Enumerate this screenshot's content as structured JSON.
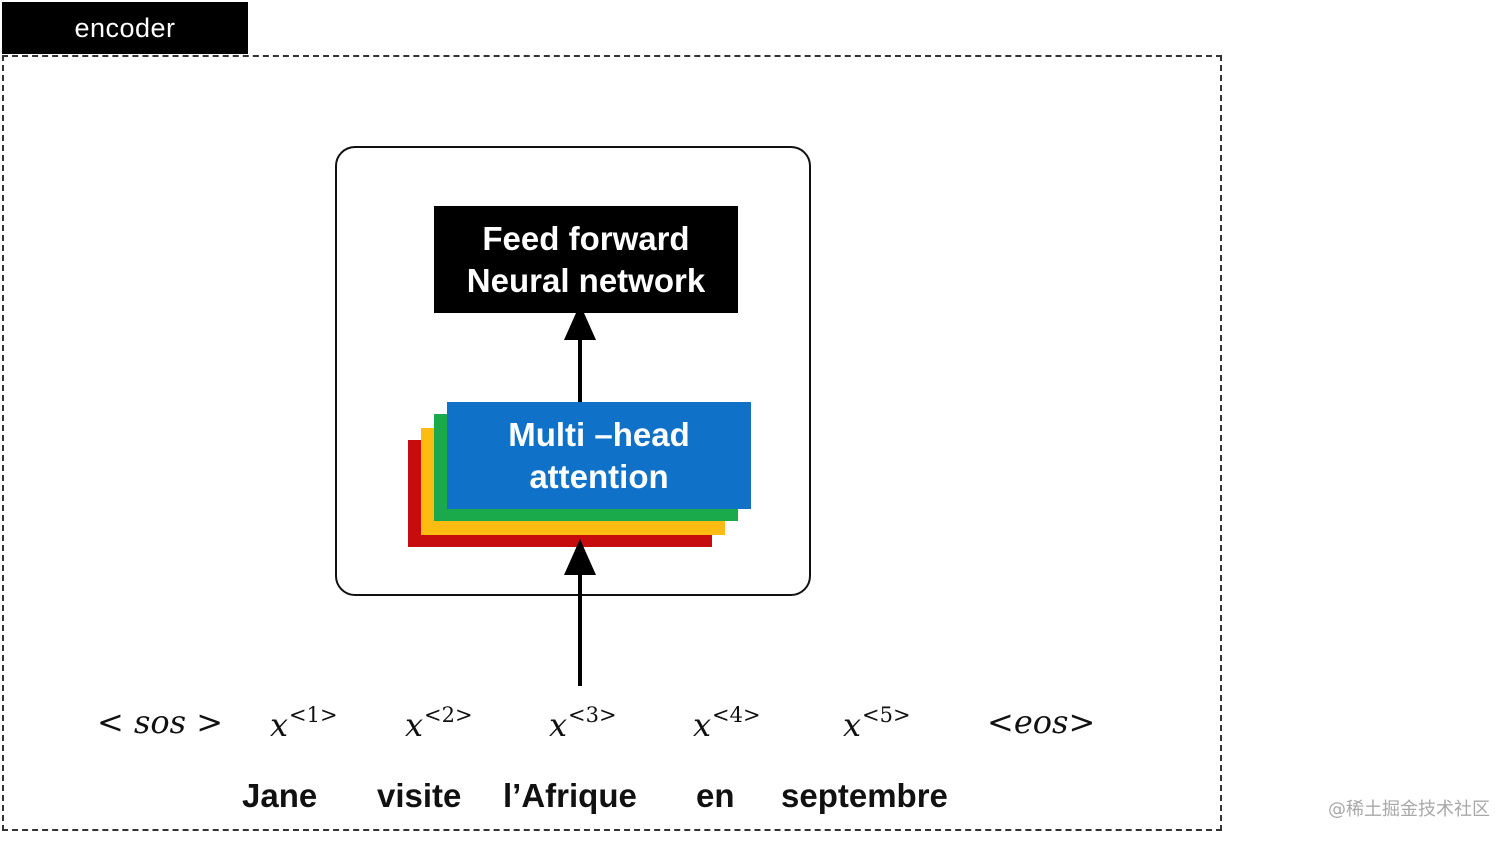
{
  "encoder": {
    "label": "encoder"
  },
  "block": {
    "ffn": {
      "line1": "Feed forward",
      "line2": "Neural network"
    },
    "mha": {
      "line1": "Multi –head",
      "line2": "attention"
    }
  },
  "colors": {
    "ffn_bg": "#000000",
    "mha_bg": "#0f72c8",
    "layer_green": "#1aaa4b",
    "layer_yellow": "#fcbc12",
    "layer_red": "#c60c0c"
  },
  "tokens": [
    {
      "base": "< sos >",
      "sup": ""
    },
    {
      "base": "x",
      "sup": "<1>"
    },
    {
      "base": "x",
      "sup": "<2>"
    },
    {
      "base": "x",
      "sup": "<3>"
    },
    {
      "base": "x",
      "sup": "<4>"
    },
    {
      "base": "x",
      "sup": "<5>"
    },
    {
      "base": "<eos>",
      "sup": ""
    }
  ],
  "words": [
    "Jane",
    "visite",
    "l’Afrique",
    "en",
    "septembre"
  ],
  "watermark": "@稀土掘金技术社区"
}
